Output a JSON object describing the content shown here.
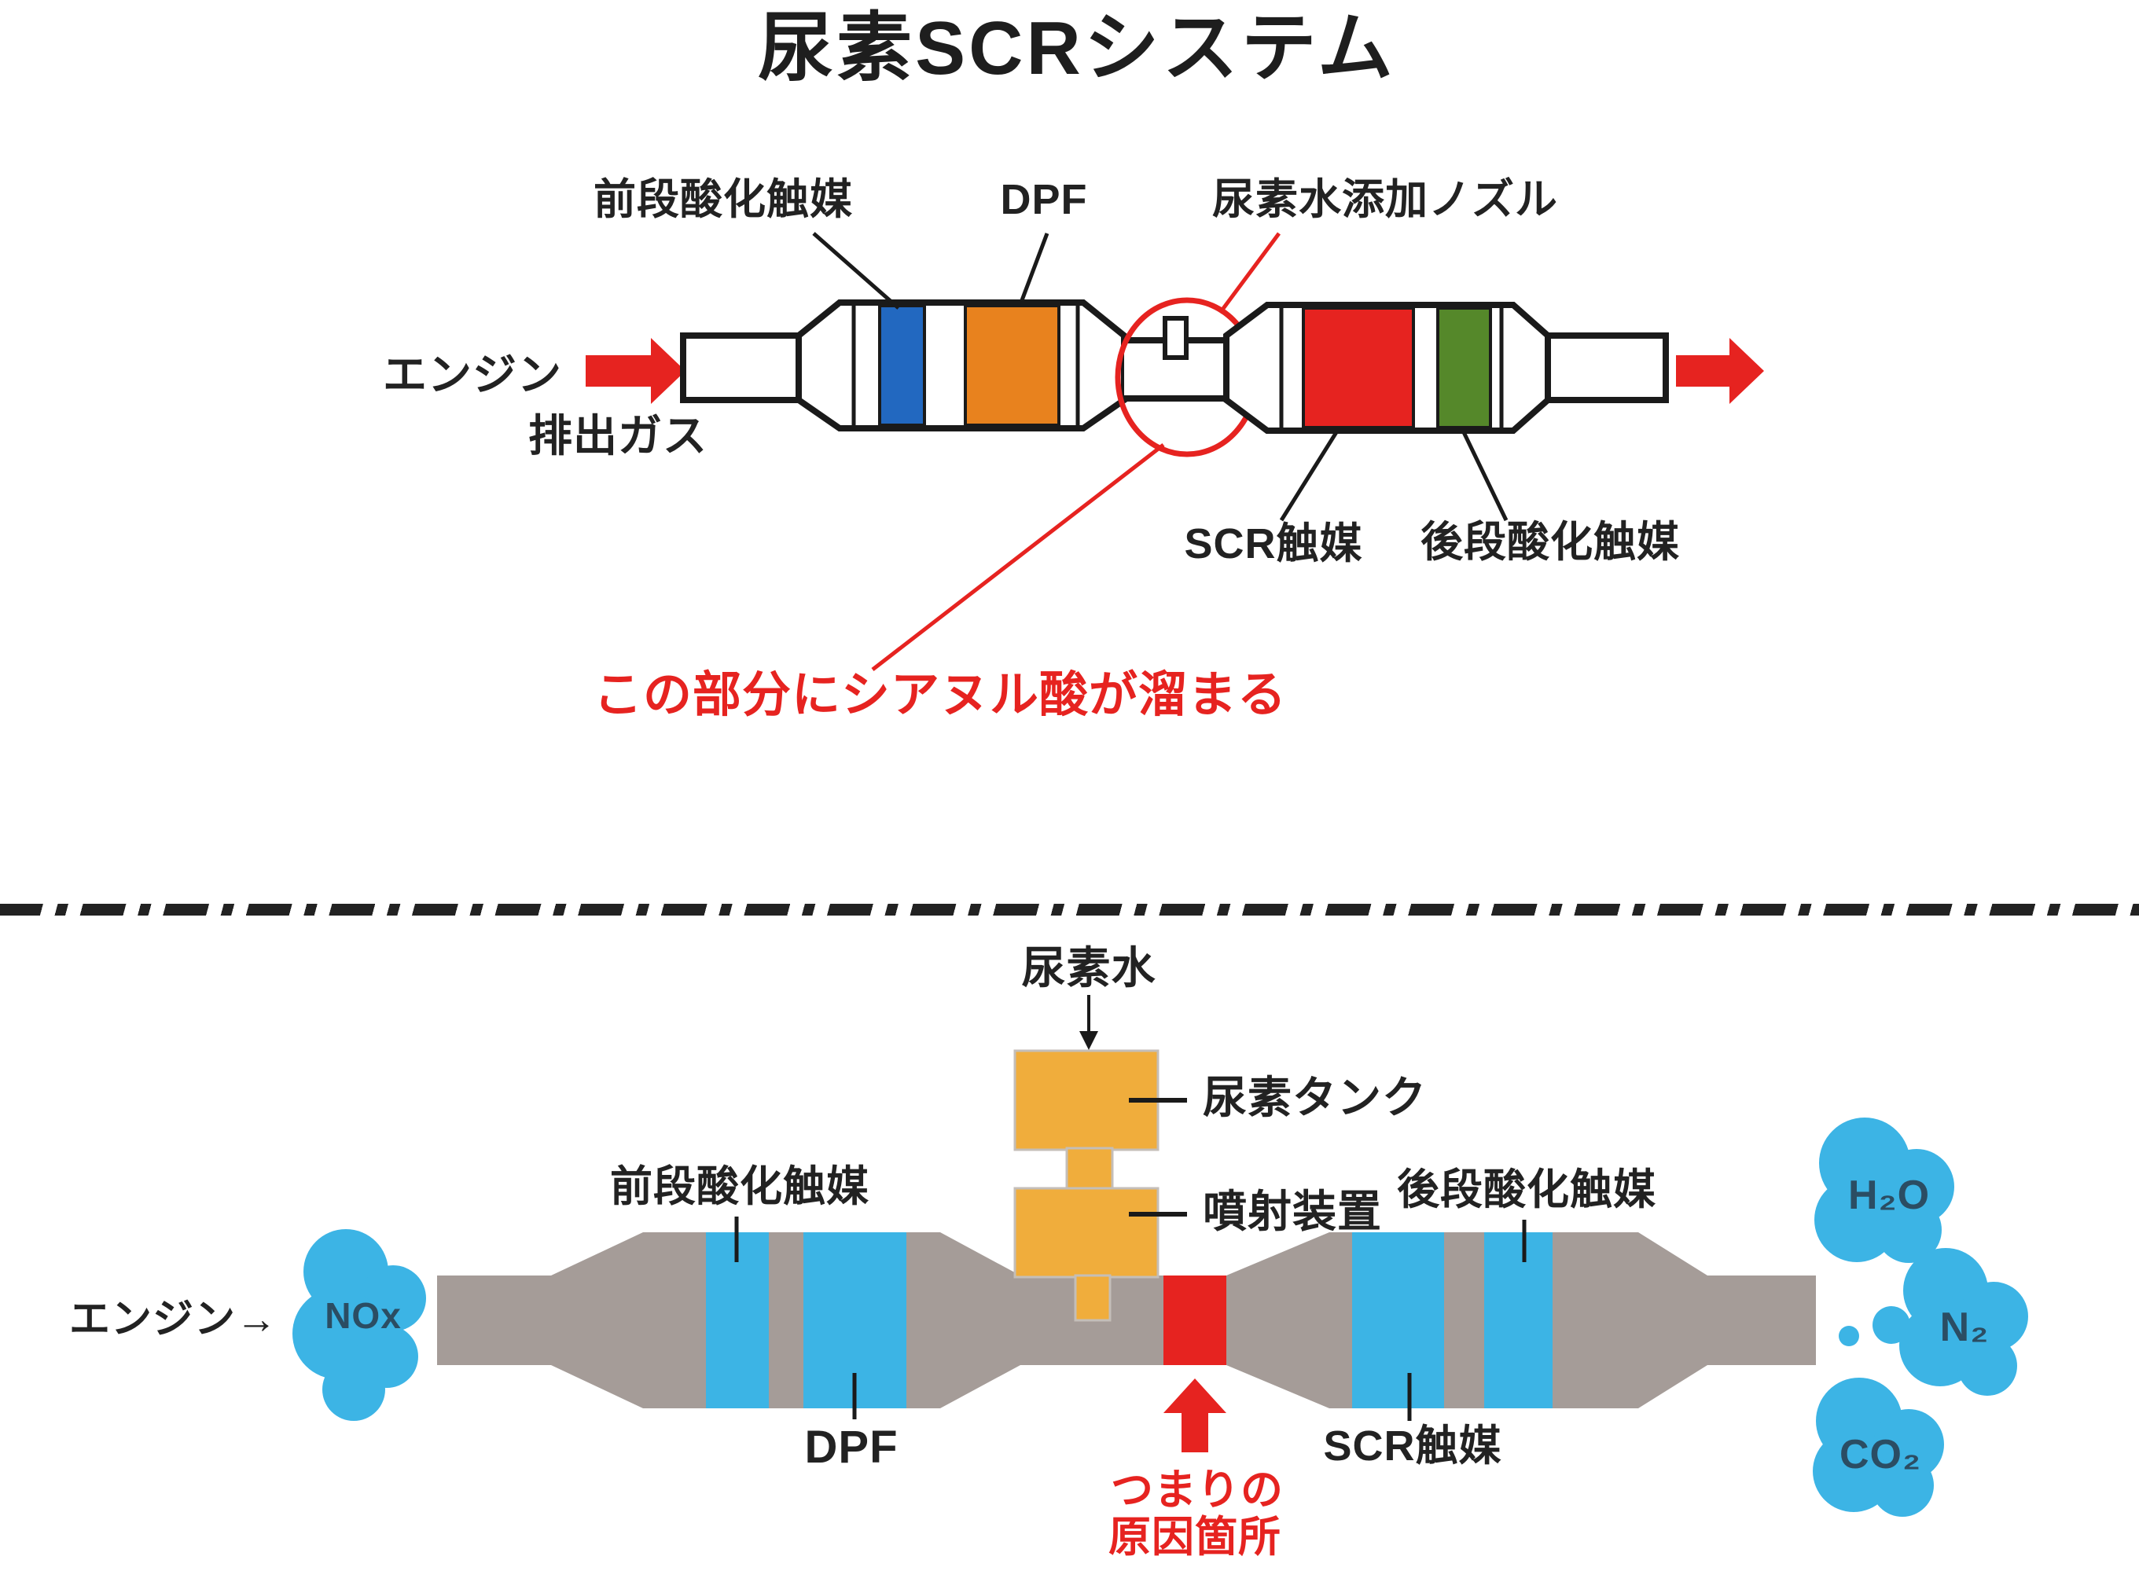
{
  "title": "尿素SCRシステム",
  "top": {
    "pre_catalyst_label": "前段酸化触媒",
    "dpf_label": "DPF",
    "nozzle_label": "尿素水添加ノズル",
    "engine_line1": "エンジン",
    "engine_line2": "排出ガス",
    "scr_catalyst_label": "SCR触媒",
    "post_catalyst_label": "後段酸化触媒",
    "highlight_note": "この部分にシアヌル酸が溜まる",
    "colors": {
      "pre_catalyst_band": "#2268c0",
      "dpf_band": "#e8821e",
      "scr_band": "#e62320",
      "post_catalyst_band": "#55882a",
      "accent_red": "#e62320",
      "outline_black": "#1a1a1a"
    }
  },
  "bottom": {
    "urea_water_label": "尿素水",
    "urea_tank_label": "尿素タンク",
    "injector_label": "噴射装置",
    "pre_catalyst_label": "前段酸化触媒",
    "post_catalyst_label": "後段酸化触媒",
    "dpf_label": "DPF",
    "scr_catalyst_label": "SCR触媒",
    "engine_label": "エンジン→",
    "clog_note_line1": "つまりの",
    "clog_note_line2": "原因箇所",
    "gas_in": "NOx",
    "gas_out_1": "H₂O",
    "gas_out_2": "N₂",
    "gas_out_3": "CO₂",
    "colors": {
      "pipe_gray": "#a59c98",
      "catalyst_blue": "#3cb4e5",
      "clog_red": "#e62320",
      "tank_orange": "#f0ad3c",
      "gas_text": "#2b4d63"
    }
  }
}
